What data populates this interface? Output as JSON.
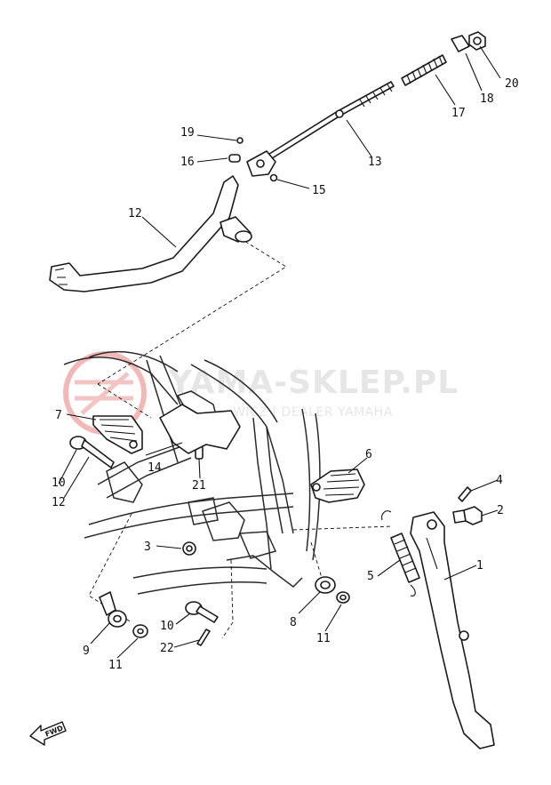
{
  "watermark": {
    "main": "YAMA-SKLEP.PL",
    "sub": "WICZ | DEALER YAMAHA",
    "logo_color": "#f2b8b8",
    "text_color": "#e6e6e6"
  },
  "fwd_label": "FWD",
  "callouts": [
    {
      "id": "1",
      "label": "1"
    },
    {
      "id": "2",
      "label": "2"
    },
    {
      "id": "3",
      "label": "3"
    },
    {
      "id": "4",
      "label": "4"
    },
    {
      "id": "5",
      "label": "5"
    },
    {
      "id": "6",
      "label": "6"
    },
    {
      "id": "7",
      "label": "7"
    },
    {
      "id": "8",
      "label": "8"
    },
    {
      "id": "9",
      "label": "9"
    },
    {
      "id": "10a",
      "label": "10"
    },
    {
      "id": "10b",
      "label": "10"
    },
    {
      "id": "11a",
      "label": "11"
    },
    {
      "id": "11b",
      "label": "11"
    },
    {
      "id": "12a",
      "label": "12"
    },
    {
      "id": "12b",
      "label": "12"
    },
    {
      "id": "13",
      "label": "13"
    },
    {
      "id": "14",
      "label": "14"
    },
    {
      "id": "15",
      "label": "15"
    },
    {
      "id": "16",
      "label": "16"
    },
    {
      "id": "17",
      "label": "17"
    },
    {
      "id": "18",
      "label": "18"
    },
    {
      "id": "19",
      "label": "19"
    },
    {
      "id": "20",
      "label": "20"
    },
    {
      "id": "21",
      "label": "21"
    },
    {
      "id": "22",
      "label": "22"
    }
  ]
}
